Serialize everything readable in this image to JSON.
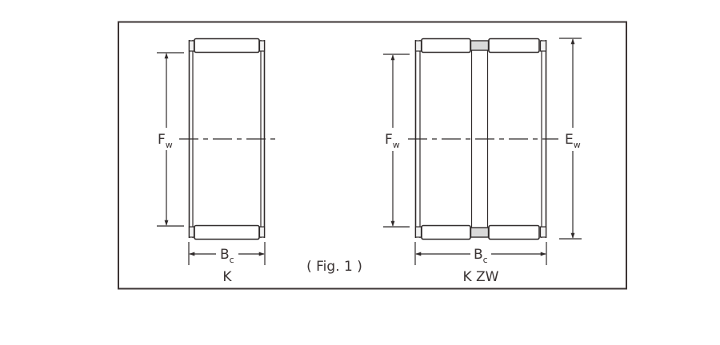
{
  "figure": {
    "caption": "( Fig. 1 )",
    "frame_color": "#3d3535",
    "line_color": "#2f2a2a",
    "spacer_fill": "#d9d9d9"
  },
  "bearing_k": {
    "name": "K",
    "dimensions": {
      "fw": {
        "main": "F",
        "sub": "w"
      },
      "bc": {
        "main": "B",
        "sub": "c"
      }
    }
  },
  "bearing_kzw": {
    "name": "K ZW",
    "dimensions": {
      "fw": {
        "main": "F",
        "sub": "w"
      },
      "ew": {
        "main": "E",
        "sub": "w"
      },
      "bc": {
        "main": "B",
        "sub": "c"
      }
    }
  }
}
